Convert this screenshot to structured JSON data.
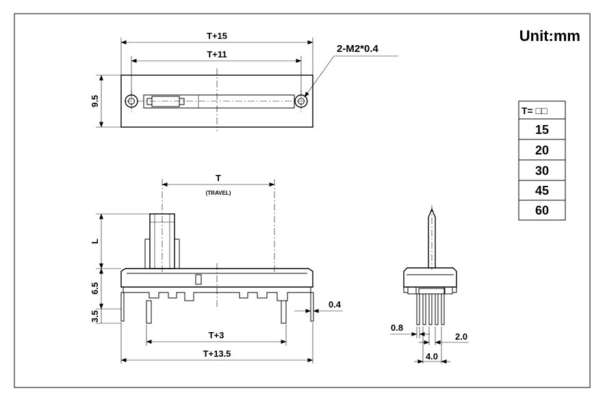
{
  "unit_label": "Unit:mm",
  "top_view": {
    "dim_total_width": "T+15",
    "dim_hole_spacing": "T+11",
    "dim_height": "9.5",
    "hole_callout": "2-M2*0.4"
  },
  "front_view": {
    "dim_travel": "T",
    "travel_note": "(TRAVEL)",
    "dim_lever": "L",
    "dim_body_height": "6.5",
    "dim_pin_length": "3.5",
    "dim_pin_thickness": "0.4",
    "dim_pin_spacing": "T+3",
    "dim_outer_pins": "T+13.5"
  },
  "side_view": {
    "dim_pin_offset": "0.8",
    "dim_pin_pitch": "2.0",
    "dim_pin_span": "4.0"
  },
  "travel_table": {
    "header": "T= □□",
    "rows": [
      "15",
      "20",
      "30",
      "45",
      "60"
    ]
  }
}
